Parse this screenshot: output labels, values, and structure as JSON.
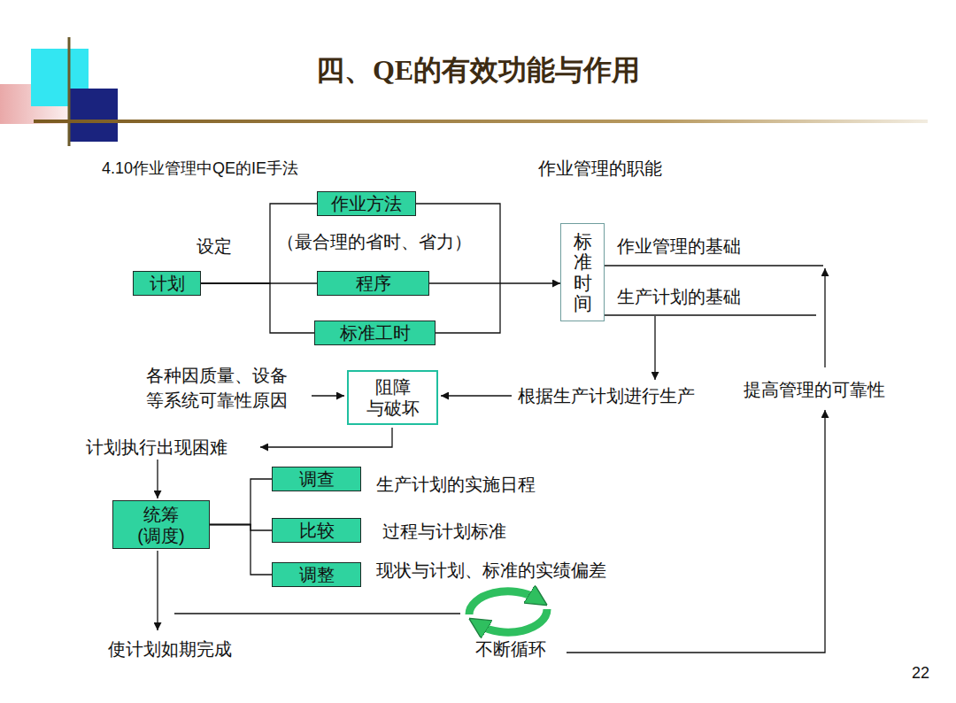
{
  "diagram": {
    "title": "四、QE的有效功能与作用",
    "nodes": [
      {
        "text": [
          "计划"
        ]
      },
      {
        "text": [
          "作业方法"
        ]
      },
      {
        "text": [
          "程序"
        ]
      },
      {
        "text": [
          "标准工时"
        ]
      },
      {
        "text": [
          "标准时间"
        ]
      },
      {
        "text": [
          "阻障 与破坏"
        ]
      },
      {
        "text": [
          "统筹 (调度)"
        ]
      },
      {
        "text": [
          "调查"
        ]
      },
      {
        "text": [
          "比较"
        ]
      },
      {
        "text": [
          "调整"
        ]
      }
    ],
    "edges": [
      {
        "from": 0,
        "to": 1,
        "arrow": "none"
      },
      {
        "from": 0,
        "to": 2,
        "arrow": "none"
      },
      {
        "from": 0,
        "to": 3,
        "arrow": "none"
      },
      {
        "from": 2,
        "to": 4,
        "arrow": "to"
      },
      {
        "from": 6,
        "to": 7,
        "arrow": "none"
      },
      {
        "from": 6,
        "to": 8,
        "arrow": "none"
      },
      {
        "from": 6,
        "to": 9,
        "arrow": "none"
      }
    ],
    "labels": [
      "4.10作业管理中QE的IE手法",
      "作业管理的职能",
      "设定",
      "（最合理的省时、省力）",
      "作业管理的基础",
      "生产计划的基础",
      "各种因质量、设备 等系统可靠性原因",
      "根据生产计划进行生产",
      "提高管理的可靠性",
      "计划执行出现困难",
      "生产计划的实施日程",
      "过程与计划标准",
      "现状与计划、标准的实绩偏差",
      "使计划如期完成",
      "不断循环",
      "22"
    ]
  }
}
